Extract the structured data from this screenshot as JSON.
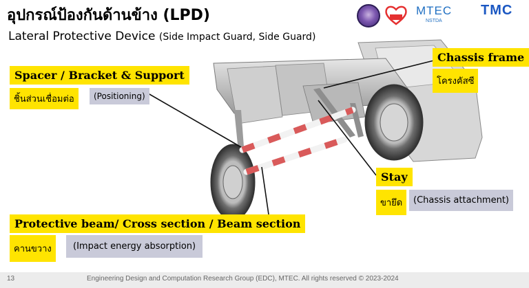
{
  "slide": {
    "title": "อุปกรณ์ป้องกันด้านข้าง (LPD)",
    "subtitle_main": "Lateral Protective Device",
    "subtitle_paren": "(Side Impact Guard, Side Guard)"
  },
  "logos": {
    "mtec": "MTEC",
    "mtec_sub": "NSTDA",
    "tmc": "TMC"
  },
  "callouts": {
    "spacer": {
      "title": "Spacer / Bracket & Support",
      "thai": "ชิ้นส่วนเชื่อมต่อ",
      "note": "(Positioning)"
    },
    "chassis": {
      "title": "Chassis frame",
      "thai": "โครงคัสซี"
    },
    "stay": {
      "title": "Stay",
      "thai": "ขายึด",
      "note": "(Chassis attachment)"
    },
    "beam": {
      "title": "Protective beam/ Cross section / Beam section",
      "thai": "คานขวาง",
      "note": "(Impact energy absorption)"
    }
  },
  "footer": {
    "page": "13",
    "copyright": "Engineering Design and Computation Research Group (EDC), MTEC. All rights reserved © 2023-2024"
  },
  "colors": {
    "label_bg": "#ffe400",
    "note_bg": "#c9cad9",
    "beam_stripe": "#d95a5a"
  }
}
